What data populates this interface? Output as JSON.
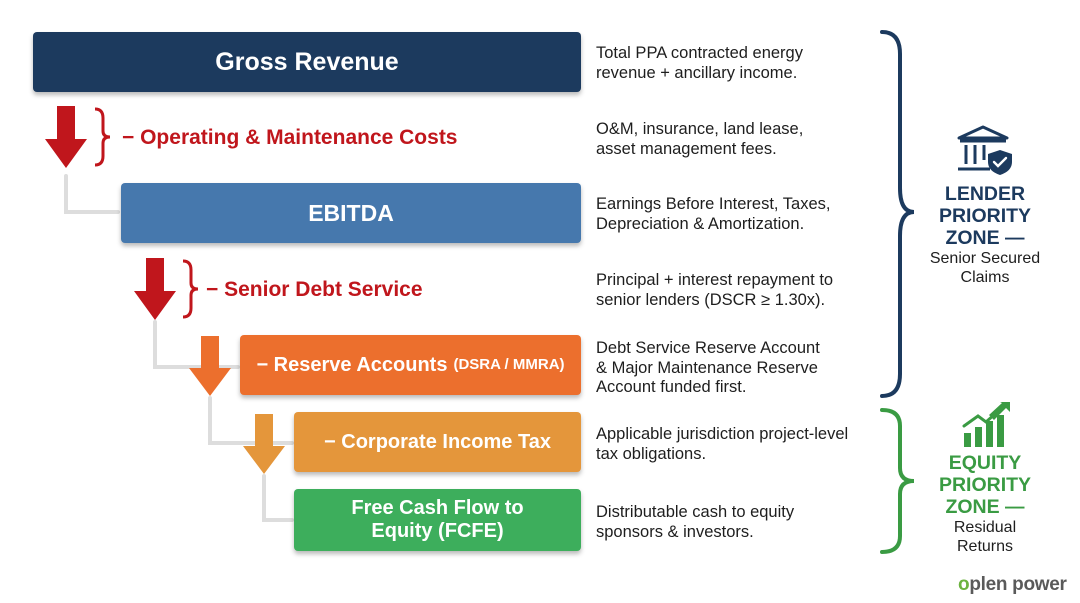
{
  "steps": {
    "gross_revenue": {
      "label": "Gross Revenue",
      "color": "#1c3a5e",
      "description": [
        "Total PPA contracted energy",
        "revenue + ancillary income."
      ]
    },
    "om_costs": {
      "label": "− Operating & Maintenance Costs",
      "color": "#c0161c",
      "description": [
        "O&M, insurance, land lease,",
        "asset management fees."
      ]
    },
    "ebitda": {
      "label": "EBITDA",
      "color": "#4678ad",
      "description": [
        "Earnings Before Interest, Taxes,",
        "Depreciation & Amortization."
      ]
    },
    "senior_debt": {
      "label": "− Senior Debt Service",
      "color": "#c0161c",
      "description": [
        "Principal + interest repayment to",
        "senior lenders (DSCR ≥ 1.30x)."
      ]
    },
    "reserve_accounts": {
      "label": "− Reserve Accounts",
      "label_suffix": "(DSRA / MMRA)",
      "color": "#ec6f2d",
      "description": [
        "Debt Service Reserve Account",
        "& Major Maintenance Reserve",
        "Account funded first."
      ]
    },
    "corporate_tax": {
      "label": "− Corporate Income Tax",
      "color": "#e4963b",
      "description": [
        "Applicable jurisdiction project-level",
        "tax obligations."
      ]
    },
    "fcfe": {
      "label_line1": "Free Cash Flow to",
      "label_line2": "Equity (FCFE)",
      "color": "#3dae5c",
      "description": [
        "Distributable cash to equity",
        "sponsors & investors."
      ]
    }
  },
  "zones": {
    "lender": {
      "title": [
        "LENDER",
        "PRIORITY",
        "ZONE —"
      ],
      "subtitle": [
        "Senior Secured",
        "Claims"
      ],
      "color": "#1c3a5e",
      "icon": "bank-shield-icon"
    },
    "equity": {
      "title": [
        "EQUITY",
        "PRIORITY",
        "ZONE —"
      ],
      "subtitle": [
        "Residual",
        "Returns"
      ],
      "color": "#3a9b43",
      "icon": "growth-chart-icon"
    }
  },
  "logo": {
    "part1": "o",
    "part2": "p",
    "part3": "len power",
    "brand_color": "#6cb33f"
  }
}
